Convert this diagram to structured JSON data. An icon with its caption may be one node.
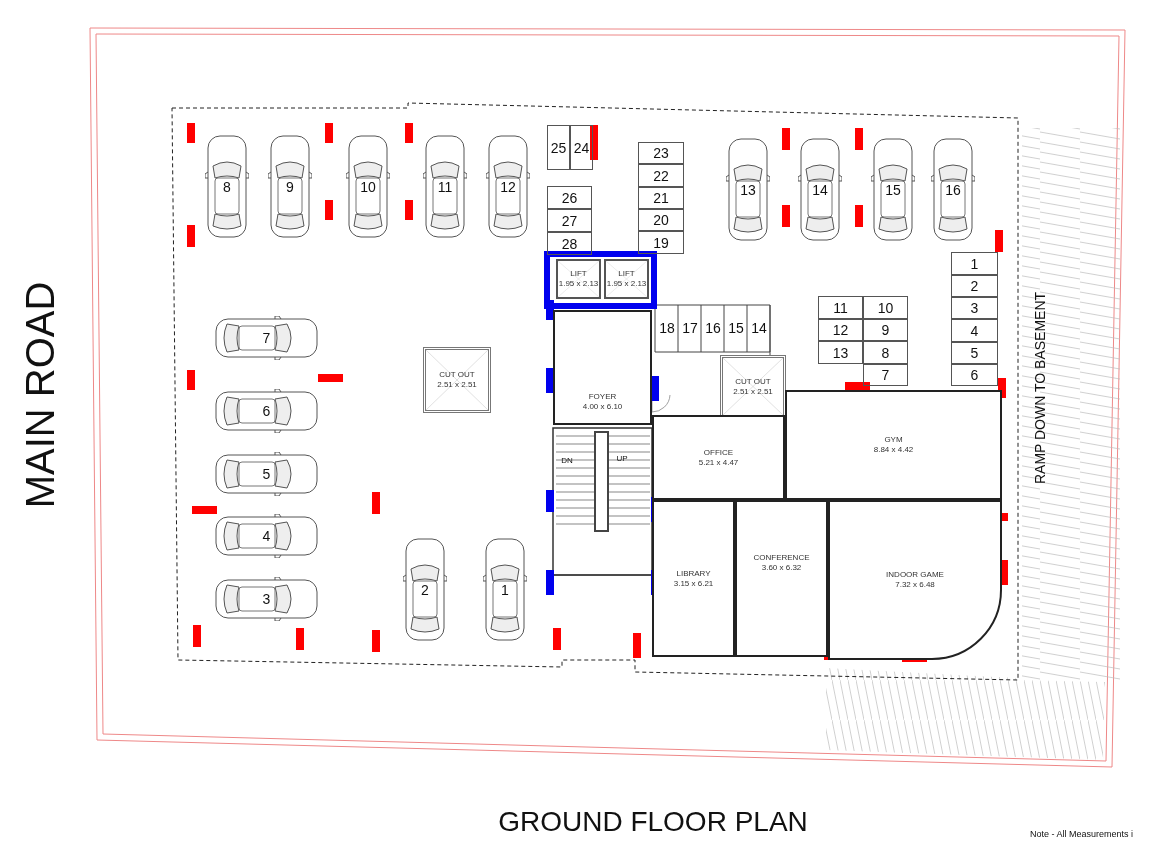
{
  "diagram": {
    "title": "GROUND FLOOR PLAN",
    "nodes": [
      {
        "text": [
          "LIFT",
          "1.95 x 2.13"
        ]
      },
      {
        "text": [
          "LIFT",
          "1.95 x 2.13"
        ]
      },
      {
        "text": [
          "CUT OUT",
          "2.51 x 2.51"
        ]
      },
      {
        "text": [
          "FOYER",
          "4.00 x 6.10"
        ]
      },
      {
        "text": [
          "CUT OUT",
          "2.51 x 2.51"
        ]
      },
      {
        "text": [
          "OFFICE",
          "5.21 x 4.47"
        ]
      },
      {
        "text": [
          "GYM",
          "8.84 x 4.42"
        ]
      },
      {
        "text": [
          "LIBRARY",
          "3.15 x 6.21"
        ]
      },
      {
        "text": [
          "CONFERENCE",
          "3.60 x 6.32"
        ]
      },
      {
        "text": [
          "INDOOR GAME",
          "7.32 x 6.48"
        ]
      },
      {
        "text": [
          "8"
        ]
      },
      {
        "text": [
          "9"
        ]
      },
      {
        "text": [
          "10"
        ]
      },
      {
        "text": [
          "11"
        ]
      },
      {
        "text": [
          "12"
        ]
      },
      {
        "text": [
          "13"
        ]
      },
      {
        "text": [
          "14"
        ]
      },
      {
        "text": [
          "15"
        ]
      },
      {
        "text": [
          "16"
        ]
      },
      {
        "text": [
          "7"
        ]
      },
      {
        "text": [
          "6"
        ]
      },
      {
        "text": [
          "5"
        ]
      },
      {
        "text": [
          "4"
        ]
      },
      {
        "text": [
          "3"
        ]
      },
      {
        "text": [
          "2"
        ]
      },
      {
        "text": [
          "1"
        ]
      },
      {
        "text": [
          "25"
        ]
      },
      {
        "text": [
          "24"
        ]
      },
      {
        "text": [
          "26"
        ]
      },
      {
        "text": [
          "27"
        ]
      },
      {
        "text": [
          "28"
        ]
      },
      {
        "text": [
          "23"
        ]
      },
      {
        "text": [
          "22"
        ]
      },
      {
        "text": [
          "21"
        ]
      },
      {
        "text": [
          "20"
        ]
      },
      {
        "text": [
          "19"
        ]
      },
      {
        "text": [
          "11"
        ]
      },
      {
        "text": [
          "10"
        ]
      },
      {
        "text": [
          "12"
        ]
      },
      {
        "text": [
          "9"
        ]
      },
      {
        "text": [
          "13"
        ]
      },
      {
        "text": [
          "8"
        ]
      },
      {
        "text": [
          "7"
        ]
      },
      {
        "text": [
          "1"
        ]
      },
      {
        "text": [
          "2"
        ]
      },
      {
        "text": [
          "3"
        ]
      },
      {
        "text": [
          "4"
        ]
      },
      {
        "text": [
          "5"
        ]
      },
      {
        "text": [
          "6"
        ]
      }
    ],
    "labels": [
      "MAIN ROAD",
      "18",
      "17",
      "16",
      "15",
      "14",
      "DN",
      "UP",
      "RAMP DOWN TO BASEMENT",
      "Note - All Measurements i"
    ]
  }
}
